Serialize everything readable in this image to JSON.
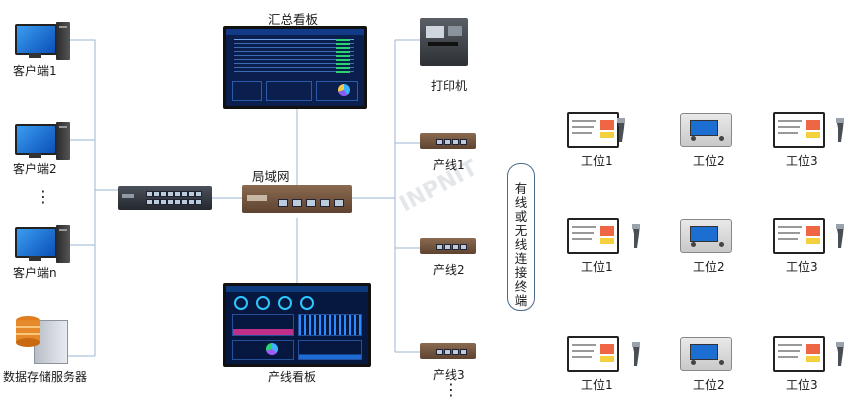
{
  "clients": [
    {
      "label": "客户端1"
    },
    {
      "label": "客户端2"
    },
    {
      "label": "客户端n"
    }
  ],
  "client_ellipsis": "⋮",
  "server_label": "数据存储服务器",
  "summary_board_label": "汇总看板",
  "lan_label": "局域网",
  "line_board_label": "产线看板",
  "printer_label": "打印机",
  "lines": [
    {
      "label": "产线1"
    },
    {
      "label": "产线2"
    },
    {
      "label": "产线3"
    }
  ],
  "line_ellipsis": "⋮",
  "wireless_text": [
    "有",
    "线",
    "或",
    "无",
    "线",
    "连",
    "接",
    "终",
    "端"
  ],
  "stations": [
    [
      "工位1",
      "工位2",
      "工位3"
    ],
    [
      "工位1",
      "工位2",
      "工位3"
    ],
    [
      "工位1",
      "工位2",
      "工位3"
    ]
  ],
  "watermark": "INPNIT",
  "colors": {
    "wire": "#9ab6d6",
    "switch_dark": "#3a3f47",
    "router_brown": "#7a5b44"
  }
}
